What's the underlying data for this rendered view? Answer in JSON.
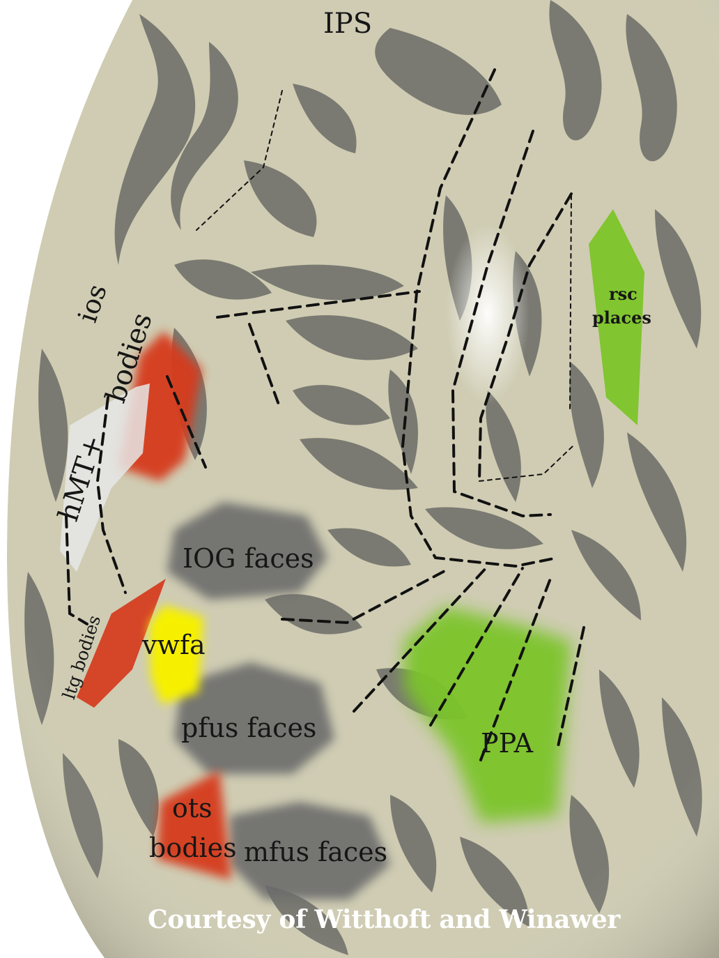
{
  "labels": {
    "ips": "IPS",
    "ios": "ios",
    "bodies_upper": "bodies",
    "hmt": "hMT+",
    "ltg_bodies": "ltg bodies",
    "iog_faces": "IOG faces",
    "vwfa": "vwfa",
    "pfus_faces": "pfus faces",
    "ppa": "PPA",
    "ots": "ots",
    "ots_bodies": "bodies",
    "mfus_faces": "mfus faces",
    "rsc": "rsc",
    "places": "places"
  },
  "credit": "Courtesy of Witthoft and Winawer",
  "colors": {
    "cortex_light": "#cfccb3",
    "cortex_dark": "#7a7a72",
    "bodies_red": "#d63a1c",
    "faces_gray": "#6c6c6c",
    "vwfa_yellow": "#f6f000",
    "places_green": "#7cc429",
    "hmt_white": "#e6e6e6"
  }
}
